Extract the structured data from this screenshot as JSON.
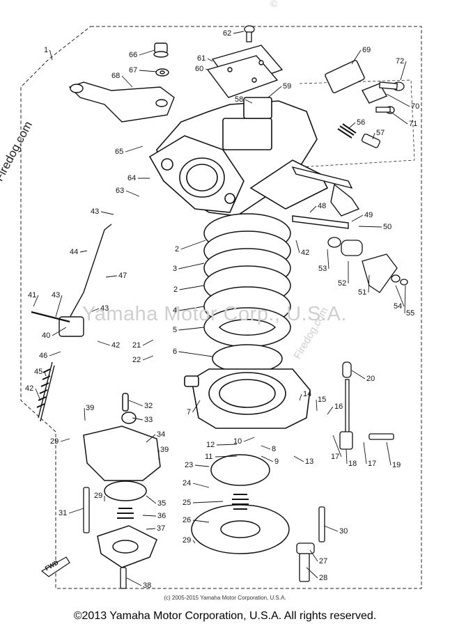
{
  "diagram": {
    "watermarks": {
      "side": "© Firedog.com",
      "center": "Yamaha Motor Corp., U.S.A.",
      "corner_symbol": "©",
      "brand_fragment": "Firedog.com"
    },
    "fwd_label": "FWD",
    "copyright_small": "(c) 2005-2015 Yamaha Motor Corporation, U.S.A.",
    "copyright_main": "©2013 Yamaha Motor Corporation, U.S.A. All rights reserved.",
    "callouts": [
      {
        "text": "1"
      },
      {
        "text": "62"
      },
      {
        "text": "66"
      },
      {
        "text": "61"
      },
      {
        "text": "69"
      },
      {
        "text": "72"
      },
      {
        "text": "67"
      },
      {
        "text": "60"
      },
      {
        "text": "68"
      },
      {
        "text": "59"
      },
      {
        "text": "58"
      },
      {
        "text": "70"
      },
      {
        "text": "71"
      },
      {
        "text": "56"
      },
      {
        "text": "57"
      },
      {
        "text": "65"
      },
      {
        "text": "64"
      },
      {
        "text": "63"
      },
      {
        "text": "43"
      },
      {
        "text": "48"
      },
      {
        "text": "49"
      },
      {
        "text": "50"
      },
      {
        "text": "2"
      },
      {
        "text": "42"
      },
      {
        "text": "44"
      },
      {
        "text": "3"
      },
      {
        "text": "53"
      },
      {
        "text": "52"
      },
      {
        "text": "47"
      },
      {
        "text": "2"
      },
      {
        "text": "51"
      },
      {
        "text": "54"
      },
      {
        "text": "55"
      },
      {
        "text": "41"
      },
      {
        "text": "43"
      },
      {
        "text": "43"
      },
      {
        "text": "4"
      },
      {
        "text": "5"
      },
      {
        "text": "40"
      },
      {
        "text": "42"
      },
      {
        "text": "21"
      },
      {
        "text": "6"
      },
      {
        "text": "46"
      },
      {
        "text": "22"
      },
      {
        "text": "45"
      },
      {
        "text": "20"
      },
      {
        "text": "7"
      },
      {
        "text": "14"
      },
      {
        "text": "15"
      },
      {
        "text": "16"
      },
      {
        "text": "42"
      },
      {
        "text": "32"
      },
      {
        "text": "39"
      },
      {
        "text": "33"
      },
      {
        "text": "34"
      },
      {
        "text": "29"
      },
      {
        "text": "39"
      },
      {
        "text": "12"
      },
      {
        "text": "10"
      },
      {
        "text": "8"
      },
      {
        "text": "11"
      },
      {
        "text": "9"
      },
      {
        "text": "13"
      },
      {
        "text": "17"
      },
      {
        "text": "18"
      },
      {
        "text": "17"
      },
      {
        "text": "19"
      },
      {
        "text": "23"
      },
      {
        "text": "24"
      },
      {
        "text": "29"
      },
      {
        "text": "35"
      },
      {
        "text": "25"
      },
      {
        "text": "31"
      },
      {
        "text": "36"
      },
      {
        "text": "26"
      },
      {
        "text": "37"
      },
      {
        "text": "30"
      },
      {
        "text": "29"
      },
      {
        "text": "27"
      },
      {
        "text": "28"
      },
      {
        "text": "38"
      }
    ]
  }
}
